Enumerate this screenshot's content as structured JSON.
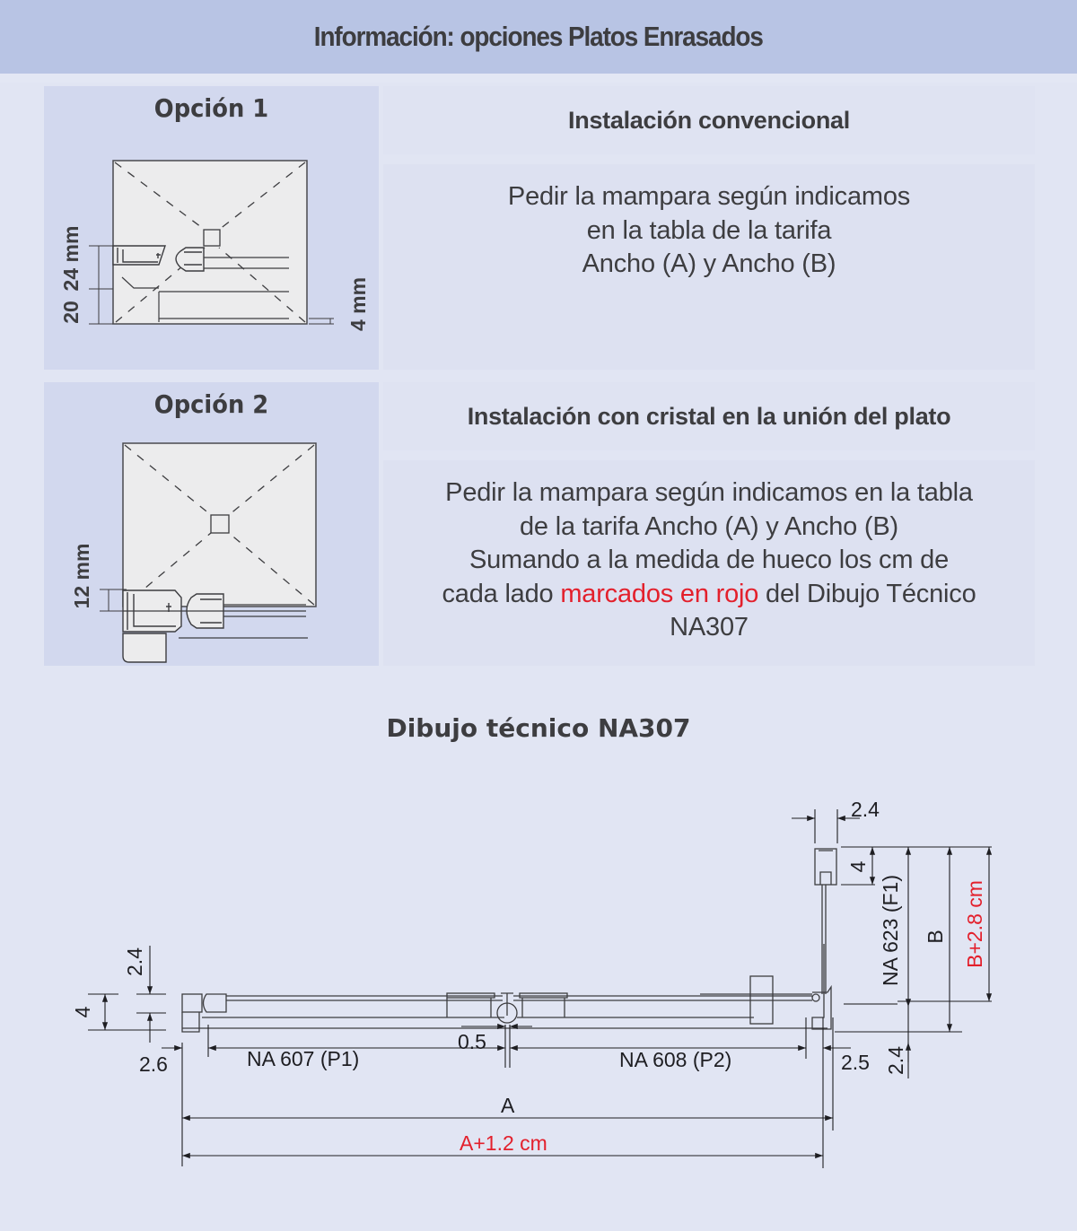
{
  "header": {
    "title": "Información: opciones Platos Enrasados"
  },
  "options": [
    {
      "label": "Opción 1",
      "heading": "Instalación convencional",
      "description_lines": [
        "Pedir la mampara según indicamos",
        "en la tabla de la tarifa",
        "Ancho (A) y Ancho (B)"
      ],
      "diagram_labels": {
        "dim_24": "24 mm",
        "dim_20": "20",
        "dim_4": "4 mm"
      }
    },
    {
      "label": "Opción 2",
      "heading": "Instalación con cristal en la unión del plato",
      "description_lines": [
        "Pedir la mampara según indicamos en la tabla",
        "de la tarifa Ancho (A) y Ancho (B)",
        "Sumando a la medida de hueco los cm de"
      ],
      "description_line4_prefix": "cada lado ",
      "description_line4_highlight": "marcados en rojo",
      "description_line4_suffix": " del Dibujo Técnico",
      "description_line5": "NA307",
      "diagram_labels": {
        "dim_12": "12 mm"
      }
    }
  ],
  "technical_drawing": {
    "title": "Dibujo técnico NA307",
    "labels": {
      "top_width": "2.4",
      "top_height": "4",
      "left_height": "4",
      "left_offset": "2.4",
      "left_gap": "2.6",
      "panel1": "NA 607 (P1)",
      "overlap": "0.5",
      "panel2": "NA 608 (P2)",
      "right_gap": "2.5",
      "fixed_panel": "NA 623 (F1)",
      "dim_b": "B",
      "dim_b_plus": "B+2.8 cm",
      "bottom_offset": "2.4",
      "dim_a": "A",
      "dim_a_plus": "A+1.2 cm"
    }
  },
  "colors": {
    "header_bg": "#b8c4e4",
    "page_bg": "#e1e5f3",
    "panel_left_bg": "#d2d8ee",
    "panel_right_bg": "#dde1f1",
    "text": "#3d3d40",
    "highlight_red": "#e3202c"
  }
}
